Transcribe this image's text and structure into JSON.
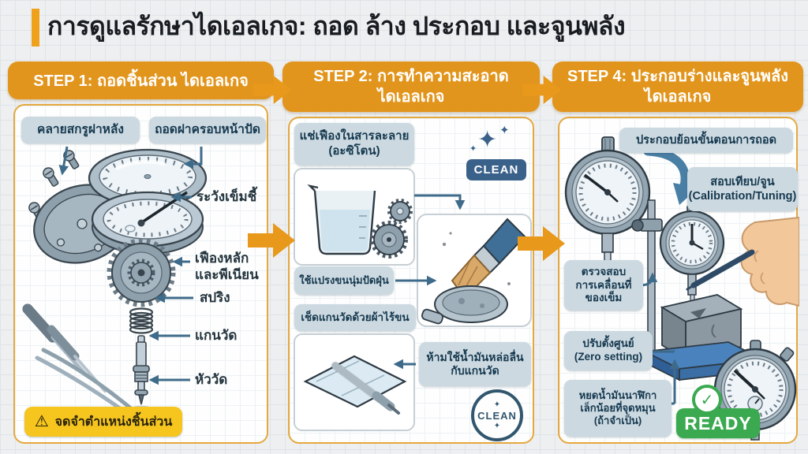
{
  "title": "การดูแลรักษาไดเอลเกจ: ถอด ล้าง ประกอบ และจูนพลัง",
  "colors": {
    "accent_orange": "#e2951c",
    "title_bar_orange": "#f0a11c",
    "panel_border": "#e5a83f",
    "pill_bg": "#ccd9e1",
    "pill_text": "#16394f",
    "arrow_blue": "#3e6b8a",
    "badge_blue": "#3a618a",
    "badge_green": "#3aa94f",
    "warning_yellow": "#f6c51e"
  },
  "step1": {
    "header": "STEP 1: ถอดชิ้นส่วน ไดเอลเกจ",
    "label_back_screws": "คลายสกรูฝาหลัง",
    "label_dial_cover": "ถอดฝาครอบหน้าปัด",
    "label_needle": "ระวังเข็มชี้",
    "label_gear": "เฟืองหลัก\nและพีเนียน",
    "label_spring": "สปริง",
    "label_spindle": "แกนวัด",
    "label_tip": "หัววัด",
    "warning_icon": "⚠",
    "warning": "จดจำตำแหน่งชิ้นส่วน"
  },
  "step2": {
    "header": "STEP 2: การทำความสะอาด\nไดเอลเกจ",
    "label_soak": "แช่เฟืองในสารละลาย\n(อะซิโตน)",
    "clean_badge": "CLEAN",
    "sparkle_glyph": "✦",
    "label_brush": "ใช้แปรงขนนุ่มปัดฝุ่น",
    "label_wipe": "เช็ดแกนวัดด้วยผ้าไร้ขน",
    "label_no_oil": "ห้ามใช้น้ำมันหล่อลื่น\nกับแกนวัด",
    "clean_stamp": "CLEAN"
  },
  "step4": {
    "header": "STEP 4: ประกอบร่างและจูนพลัง\nไดเอลเกจ",
    "label_reassemble": "ประกอบย้อนขั้นตอนการถอด",
    "label_calibration": "สอบเทียบ/จูน\n(Calibration/Tuning)",
    "label_check_needle": "ตรวจสอบ\nการเคลื่อนที่\nของเข็ม",
    "label_zero": "ปรับตั้งศูนย์\n(Zero setting)",
    "label_oil": "หยดน้ำมันนาฬิกา\nเล็กน้อยที่จุดหมุน\n(ถ้าจำเป็น)",
    "check_glyph": "✓",
    "ready_badge": "READY"
  }
}
